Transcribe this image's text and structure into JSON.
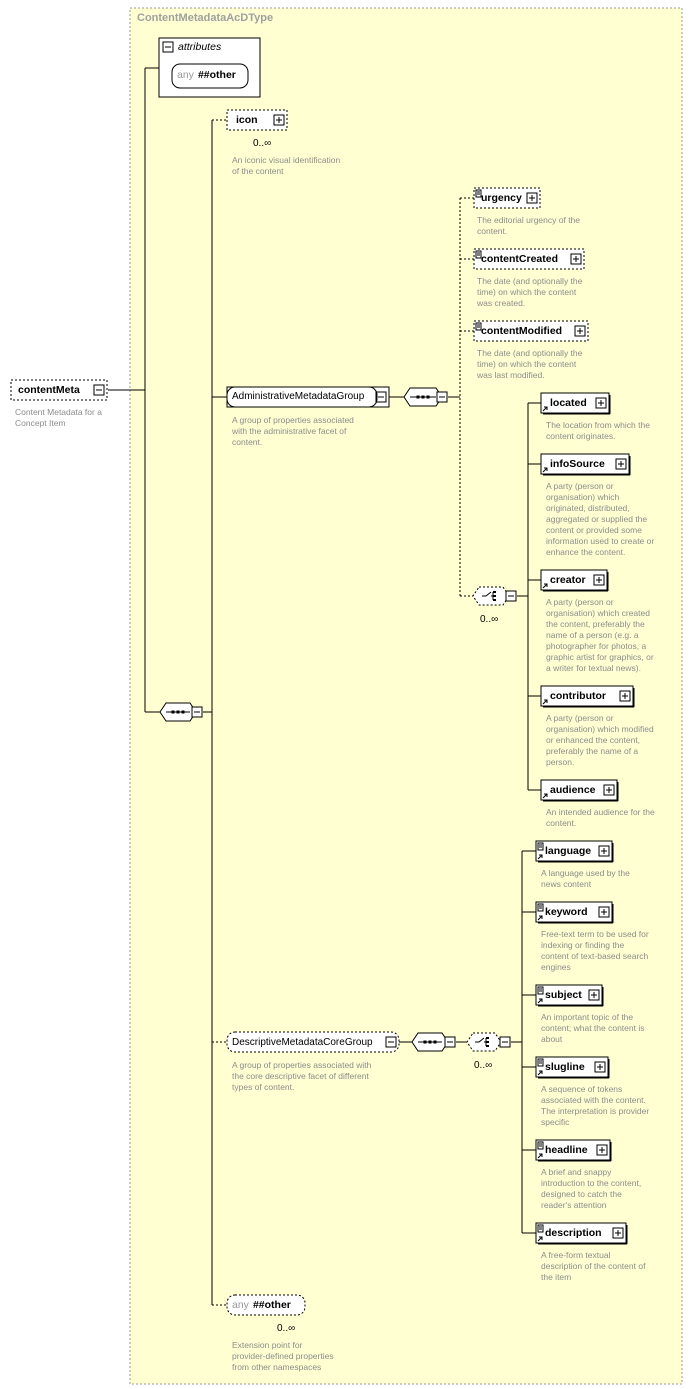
{
  "type_name": "ContentMetadataAcDType",
  "root": {
    "name": "contentMeta",
    "description": "Content Metadata for a\nConcept Item"
  },
  "attributes": {
    "title": "attributes",
    "any_keyword": "any",
    "namespace": "##other"
  },
  "icon": {
    "name": "icon",
    "occurs": "0..∞",
    "description": "An iconic visual identification\nof the content"
  },
  "admin_group": {
    "name": "AdministrativeMetadataGroup",
    "description": "A group of properties associated\nwith the administrative facet of\ncontent.",
    "choice_occurs": "0..∞",
    "elements": [
      {
        "name": "urgency",
        "description": "The editorial urgency of the\ncontent."
      },
      {
        "name": "contentCreated",
        "description": "The date (and optionally the\ntime) on which the content\nwas created."
      },
      {
        "name": "contentModified",
        "description": "The date (and optionally the\ntime) on which the content\nwas last modified."
      }
    ],
    "choice_elements": [
      {
        "name": "located",
        "description": "The location from which the\ncontent originates."
      },
      {
        "name": "infoSource",
        "description": "A party (person or\norganisation) which\noriginated, distributed,\naggregated or supplied the\ncontent or provided some\ninformation used to create or\nenhance the content."
      },
      {
        "name": "creator",
        "description": "A party (person or\norganisation) which created\nthe content, preferably the\nname of a person (e.g. a\nphotographer for photos, a\ngraphic artist for graphics, or\na writer for textual news)."
      },
      {
        "name": "contributor",
        "description": "A party (person or\norganisation) which modified\nor enhanced the content,\npreferably the name of a\nperson."
      },
      {
        "name": "audience",
        "description": "An intended audience for the\ncontent."
      }
    ]
  },
  "desc_group": {
    "name": "DescriptiveMetadataCoreGroup",
    "description": "A group of properties associated with\nthe core descriptive facet of different\ntypes of content.",
    "choice_occurs": "0..∞",
    "elements": [
      {
        "name": "language",
        "description": "A language used by the\nnews content"
      },
      {
        "name": "keyword",
        "description": "Free-text term to be used for\nindexing or finding the\ncontent of text-based search\nengines"
      },
      {
        "name": "subject",
        "description": "An important topic of the\ncontent; what the content is\nabout"
      },
      {
        "name": "slugline",
        "description": "A sequence of tokens\nassociated with the content.\nThe interpretation is provider\nspecific"
      },
      {
        "name": "headline",
        "description": "A brief and snappy\nintroduction to the content,\ndesigned to catch the\nreader's attention"
      },
      {
        "name": "description",
        "description": "A free-form textual\ndescription of the content of\nthe item"
      }
    ]
  },
  "other": {
    "any_keyword": "any",
    "namespace": "##other",
    "occurs": "0..∞",
    "description": "Extension point for\nprovider-defined properties\nfrom other namespaces"
  },
  "colors": {
    "background": "#ffffd2",
    "border": "#9a9a9a",
    "line": "#000000",
    "desc_text": "#8c8c8c"
  }
}
